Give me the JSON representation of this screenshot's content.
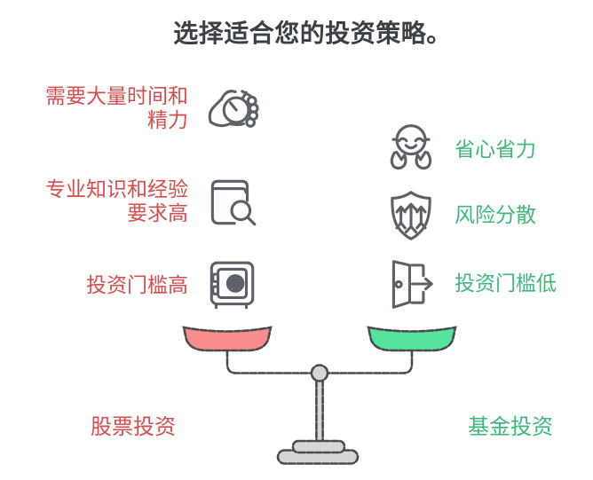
{
  "title": "选择适合您的投资策略。",
  "colors": {
    "red": "#d84c4c",
    "green": "#3eb878",
    "pan_red": "#f98c8c",
    "pan_green": "#55e49b",
    "icon": "#5b6167",
    "title": "#3a4045",
    "scale_line": "#4a4a4a",
    "scale_fill": "#d6d6d6"
  },
  "left": {
    "label": "股票投资",
    "items": [
      {
        "icon": "hand-stopwatch-icon",
        "lines": [
          "需要大量时间和",
          "精力"
        ]
      },
      {
        "icon": "book-magnifier-icon",
        "lines": [
          "专业知识和经验",
          "要求高"
        ]
      },
      {
        "icon": "safe-icon",
        "lines": [
          "投资门槛高"
        ]
      }
    ]
  },
  "right": {
    "label": "基金投资",
    "items": [
      {
        "icon": "relaxed-face-icon",
        "lines": [
          "省心省力"
        ]
      },
      {
        "icon": "shield-arrows-icon",
        "lines": [
          "风险分散"
        ]
      },
      {
        "icon": "open-door-icon",
        "lines": [
          "投资门槛低"
        ]
      }
    ]
  },
  "scale": {
    "left_pan": "stocks",
    "right_pan": "funds",
    "state": "balanced"
  }
}
